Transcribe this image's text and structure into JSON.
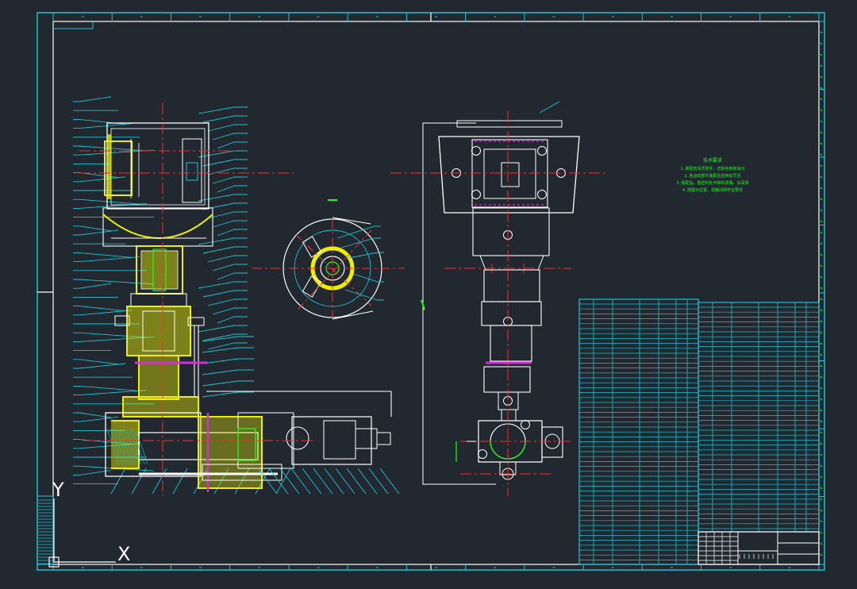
{
  "drawing": {
    "background": "#212830",
    "colors": {
      "frame_inner": "#ffffff",
      "frame_outer": "#19c3d2",
      "geometry": "#ffffff",
      "leader": "#19c3d2",
      "centerline": "#ff2a2a",
      "highlight": "#eeee00",
      "note": "#19ff19",
      "accent": "#cc33cc",
      "table": "#19c3d2"
    },
    "border_zone_count_horizontal": 13,
    "border_zone_count_vertical": 8,
    "notes_block": {
      "title": "技术要求",
      "lines": [
        "1.装配前清洗零件，去除毛刺和油污",
        "2.各运动部件装配后应转动灵活",
        "3.装配后，各密封处不得有渗漏，涂润滑",
        "4.按图示位置，调整间隙符合要求"
      ]
    },
    "ucs": {
      "y_label": "Y",
      "x_label": "X",
      "icon": "ucs-icon"
    }
  }
}
